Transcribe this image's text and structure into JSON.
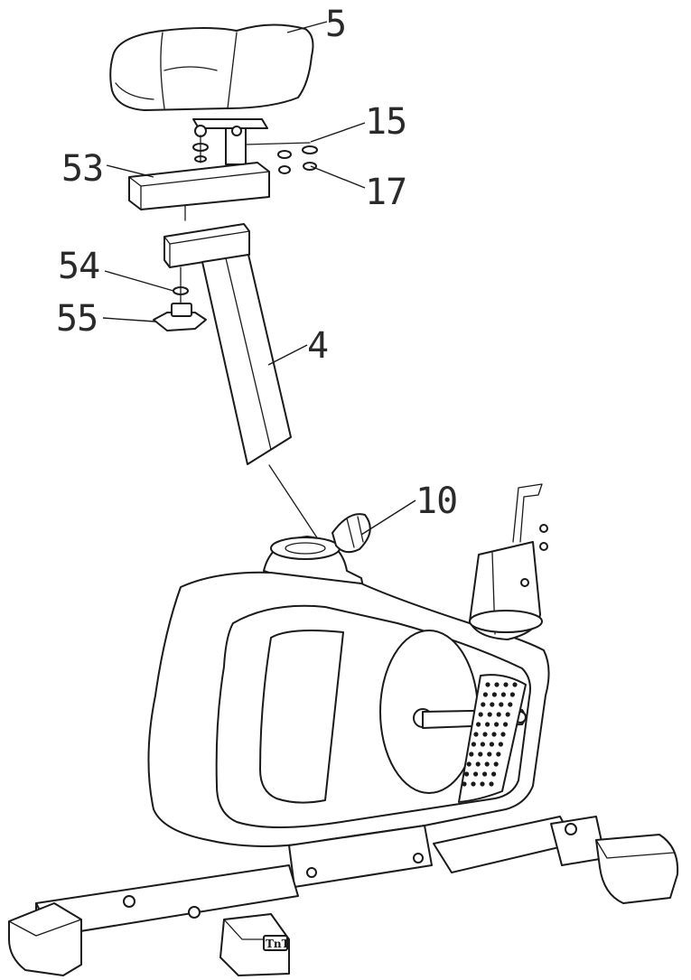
{
  "diagram": {
    "callouts": [
      {
        "id": "seat",
        "label": "5"
      },
      {
        "id": "washer",
        "label": "15"
      },
      {
        "id": "nut",
        "label": "17"
      },
      {
        "id": "seat-slider",
        "label": "53"
      },
      {
        "id": "spring-washer",
        "label": "54"
      },
      {
        "id": "knob",
        "label": "55"
      },
      {
        "id": "seat-post",
        "label": "4"
      },
      {
        "id": "adjust-knob",
        "label": "10"
      }
    ],
    "brand_mark": "TnT"
  }
}
